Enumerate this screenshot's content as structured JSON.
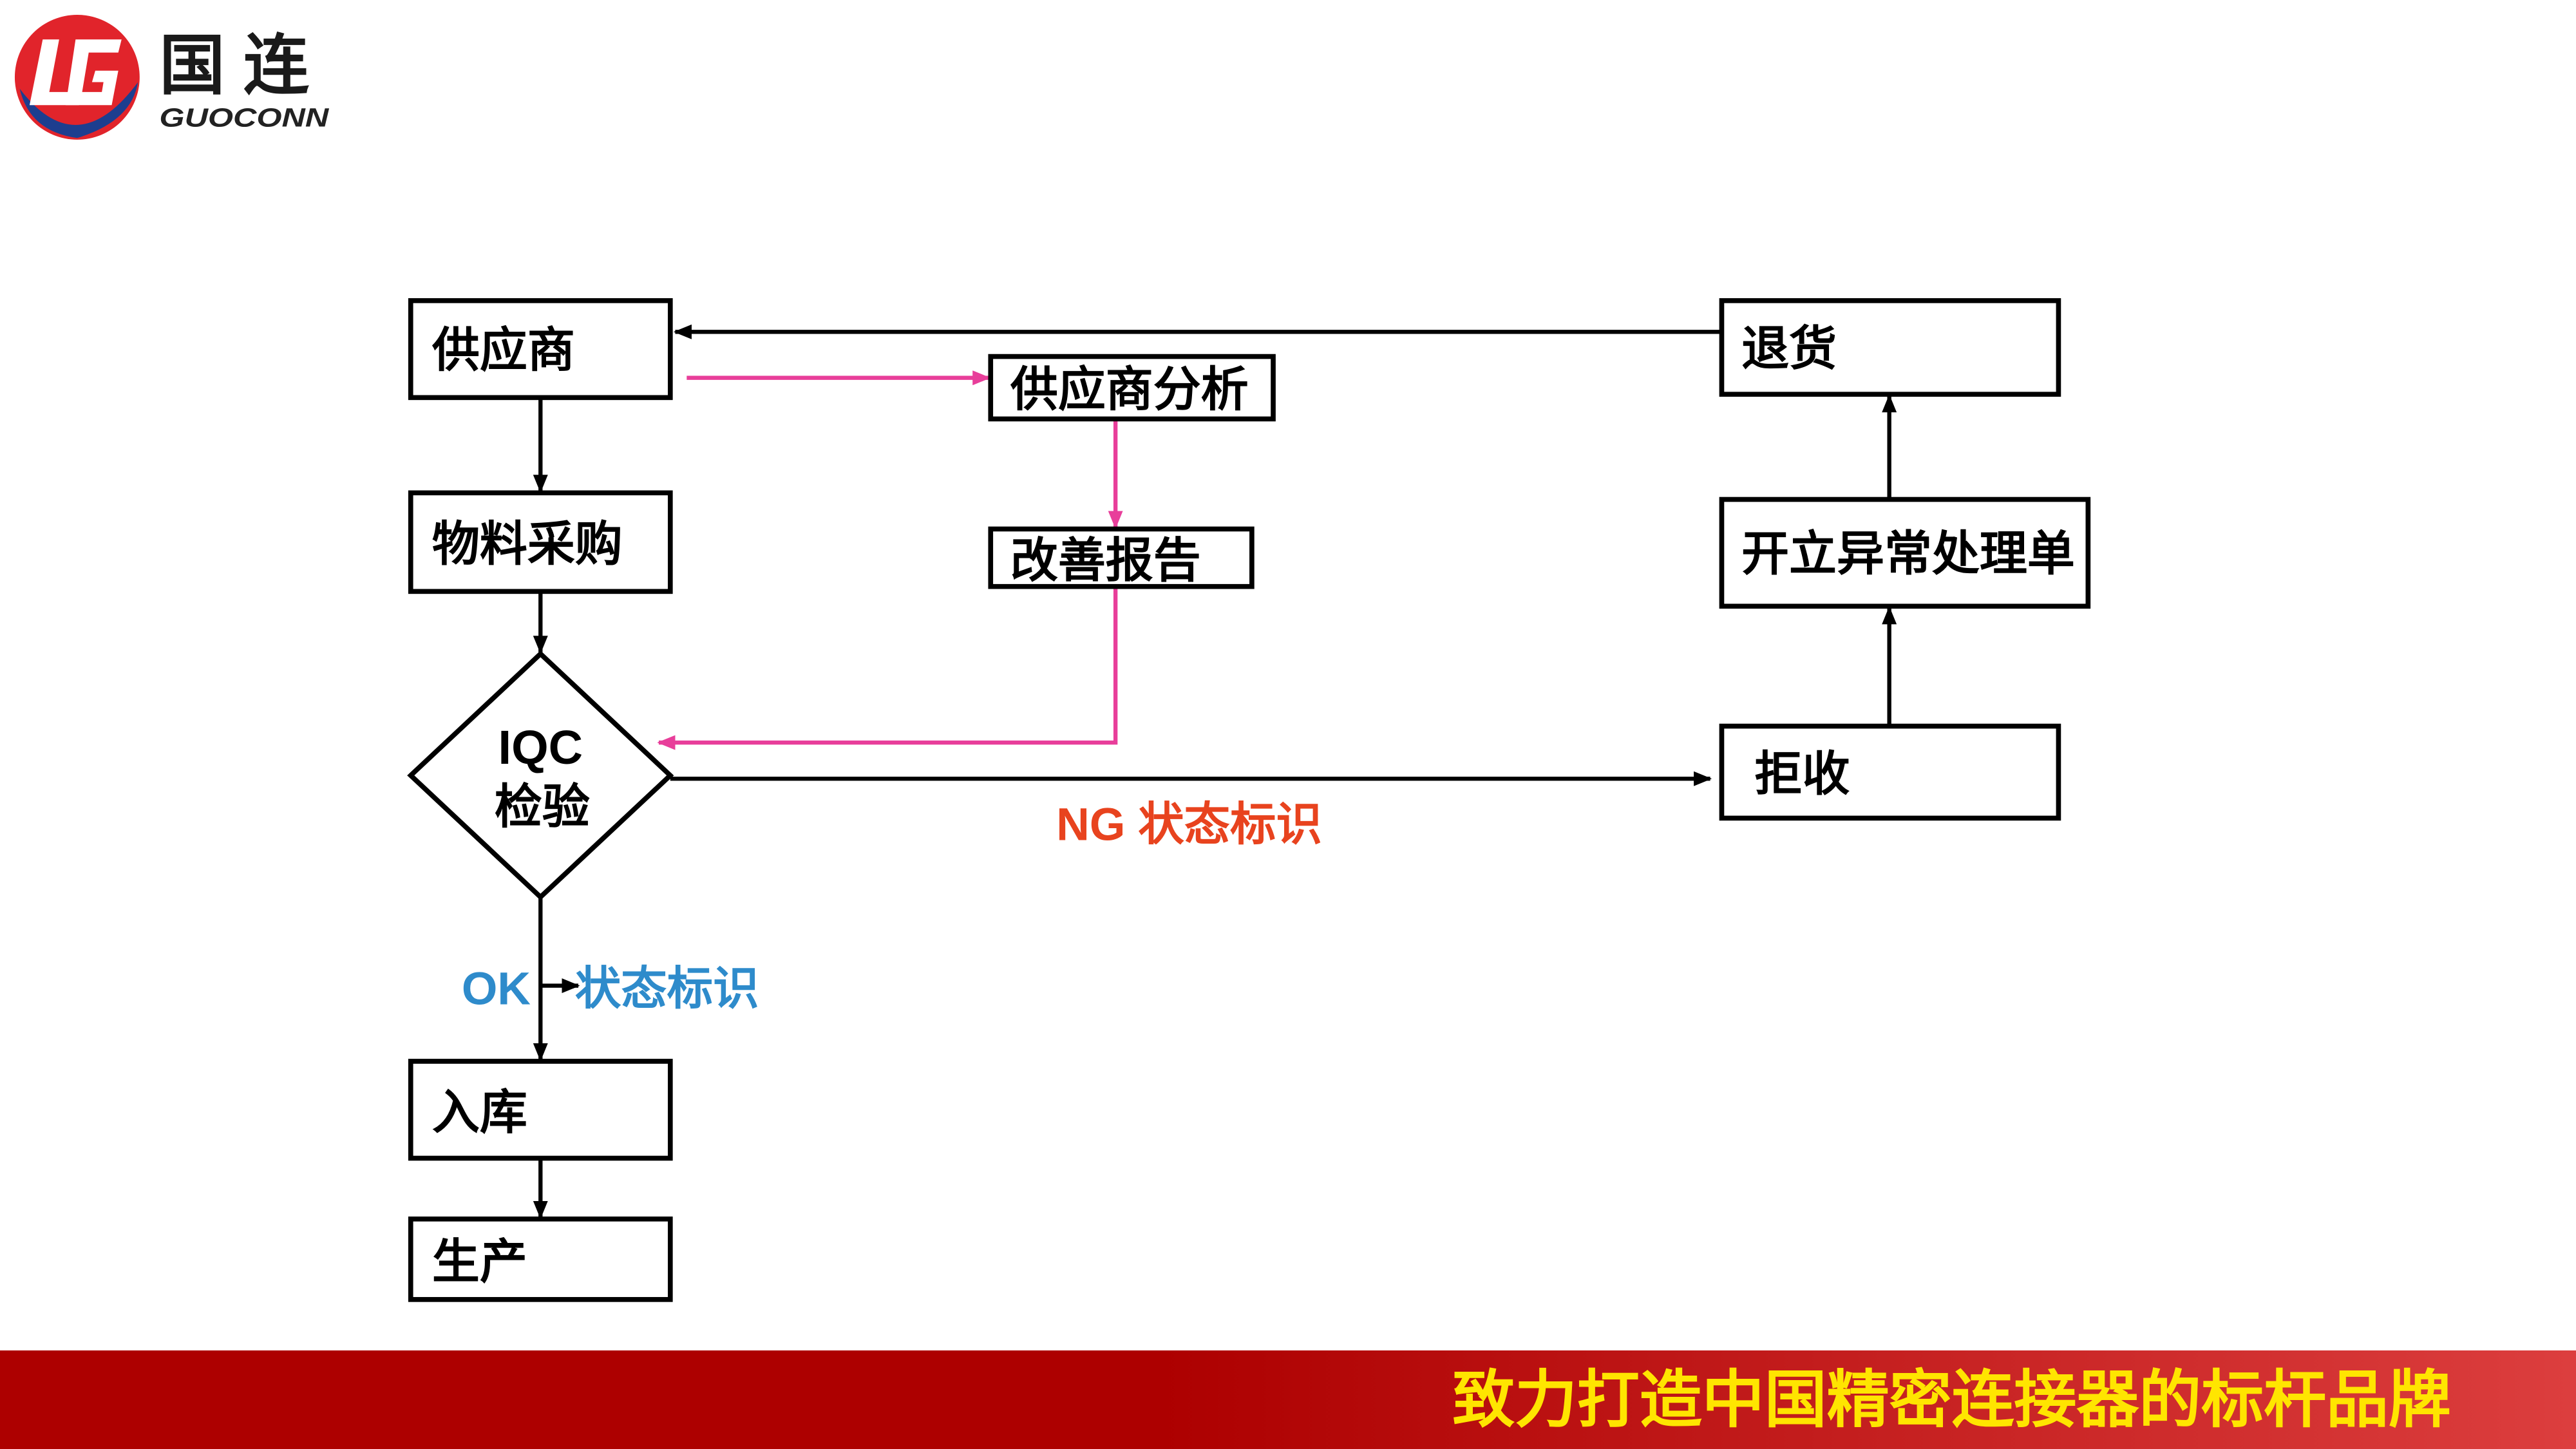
{
  "logo": {
    "name_cn": "国 连",
    "name_en": "GUOCONN"
  },
  "flow": {
    "supplier": "供应商",
    "material_purchase": "物料采购",
    "iqc_title": "IQC",
    "iqc_subtitle": "检验",
    "warehousing": "入库",
    "production": "生产",
    "supplier_analysis": "供应商分析",
    "improvement_report": "改善报告",
    "return_goods": "退货",
    "abnormal_handling_form": "开立异常处理单",
    "rejection": "拒收"
  },
  "annotations": {
    "ng_status": "NG 状态标识",
    "ok": "OK",
    "ok_status": "状态标识"
  },
  "footer": {
    "slogan": "致力打造中国精密连接器的标杆品牌"
  },
  "colors": {
    "box_border": "#000000",
    "main_flow": "#000000",
    "improvement_flow": "#E83E9A",
    "ng_text": "#E8431E",
    "ok_text": "#2E8BCB",
    "footer_left": "#AD0000",
    "footer_right": "#DC3E3E",
    "slogan_text": "#FFE500",
    "logo_red": "#E1242B",
    "logo_blue": "#1D3E8F"
  }
}
